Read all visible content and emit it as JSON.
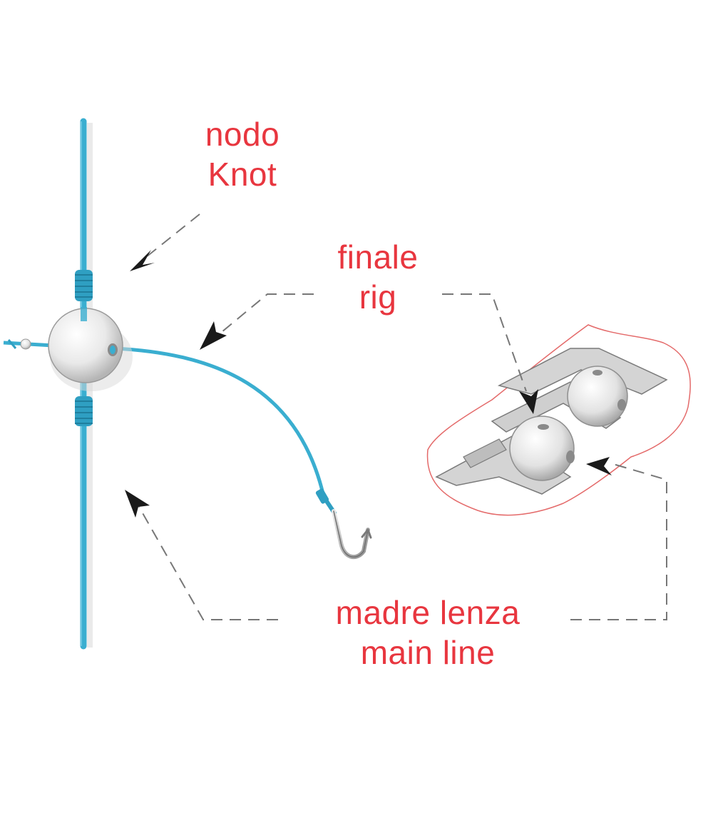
{
  "colors": {
    "label_red": "#e8363f",
    "line_blue": "#3aaed0",
    "arrow_dark": "#1a1a1a",
    "dash_gray": "#777777",
    "tray_outline": "#e46a6a"
  },
  "labels": {
    "knot": {
      "it": "nodo",
      "en": "Knot"
    },
    "rig": {
      "it": "finale",
      "en": "rig"
    },
    "main_line": {
      "it": "madre lenza",
      "en": "main line"
    }
  },
  "icons": [
    "bead-icon",
    "hook-icon",
    "swivel-icon",
    "bead-tray-icon"
  ]
}
